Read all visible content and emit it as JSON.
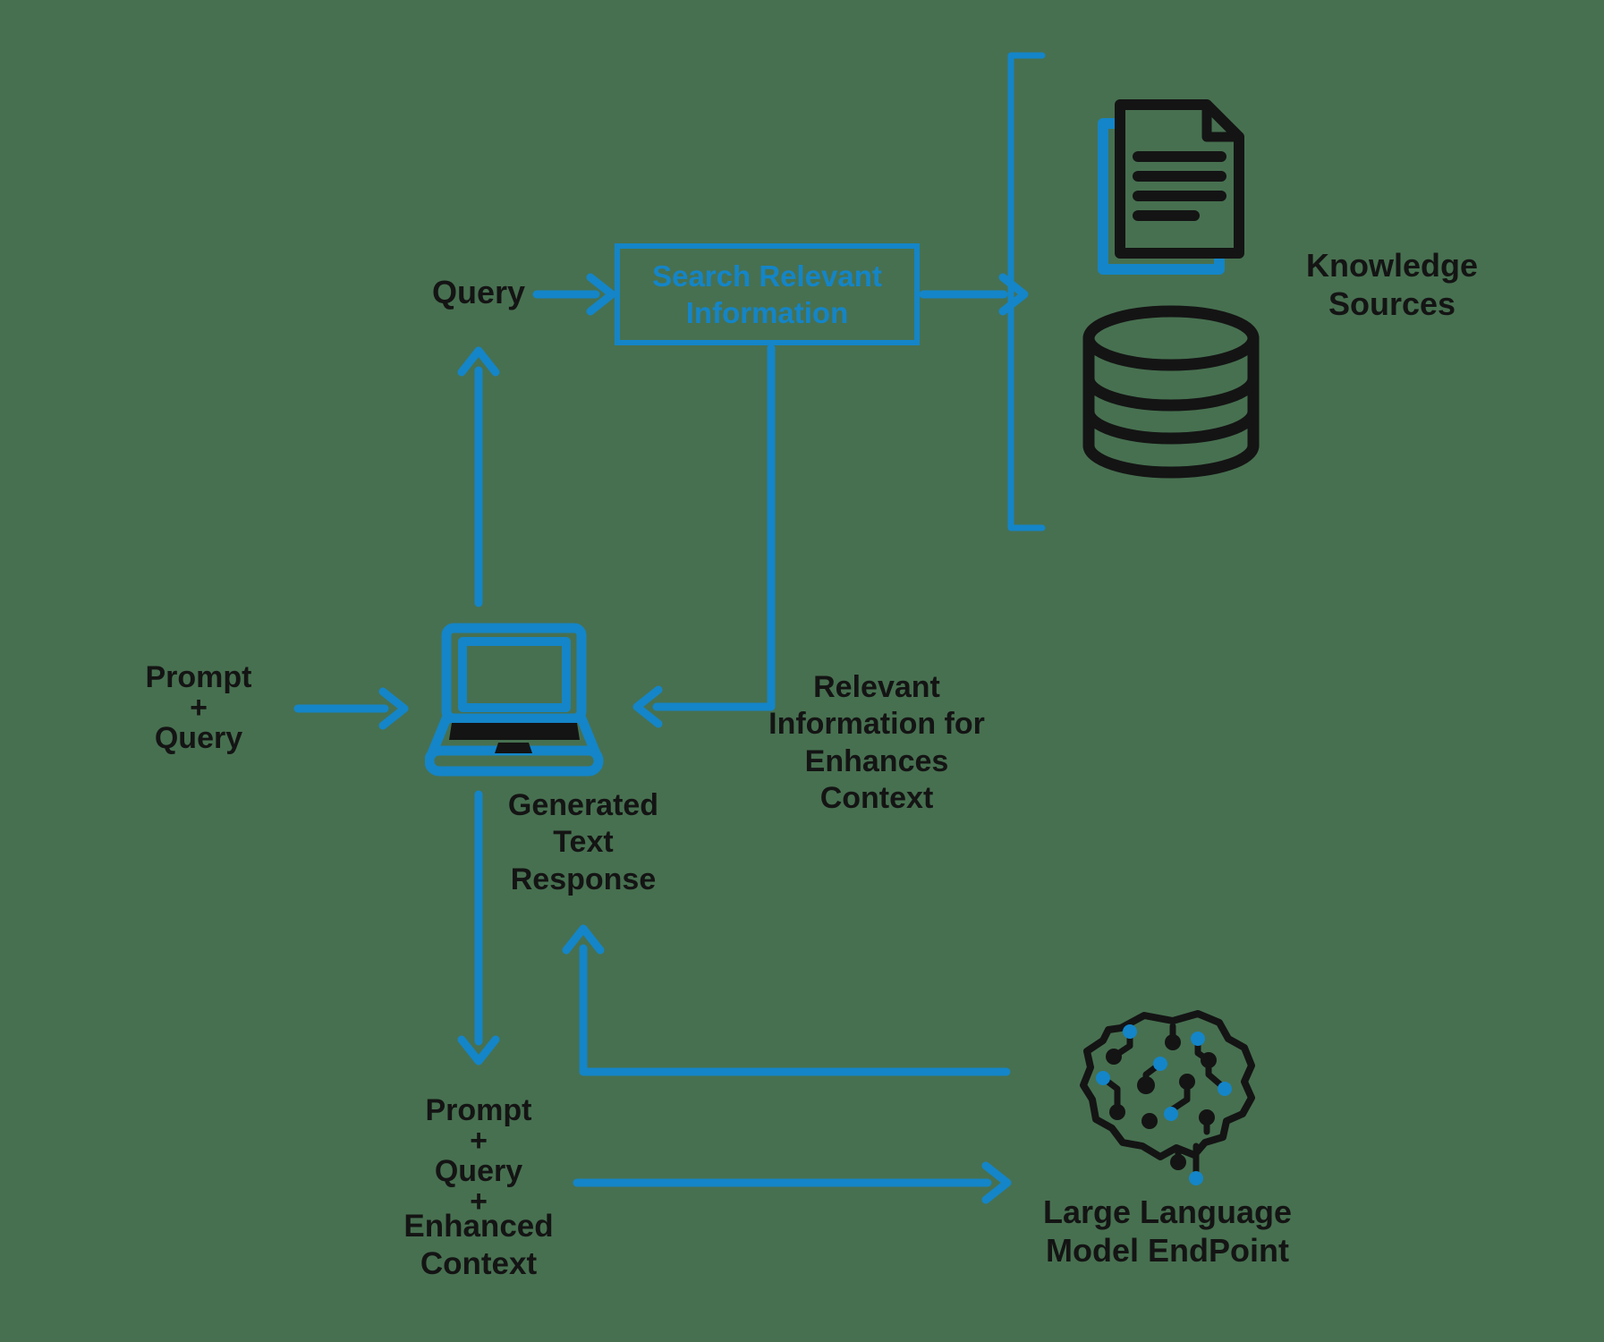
{
  "colors": {
    "background": "#477050",
    "accent": "#1485C8",
    "ink": "#141414"
  },
  "diagram": {
    "query_label": "Query",
    "search_box_label": "Search Relevant\nInformation",
    "knowledge_sources_label": "Knowledge\nSources",
    "prompt_query_label": "Prompt\n+\nQuery",
    "generated_response_label": "Generated\nText\nResponse",
    "relevant_info_label": "Relevant\nInformation for\nEnhances\nContext",
    "enhanced_prompt_plain_label": "Prompt\n+\nQuery\n+",
    "enhanced_prompt_bold_label": "Enhanced\nContext",
    "llm_endpoint_label": "Large Language\nModel EndPoint",
    "icons": {
      "documents": "documents-icon",
      "database": "database-icon",
      "laptop": "laptop-icon",
      "brain": "brain-circuit-icon"
    }
  }
}
